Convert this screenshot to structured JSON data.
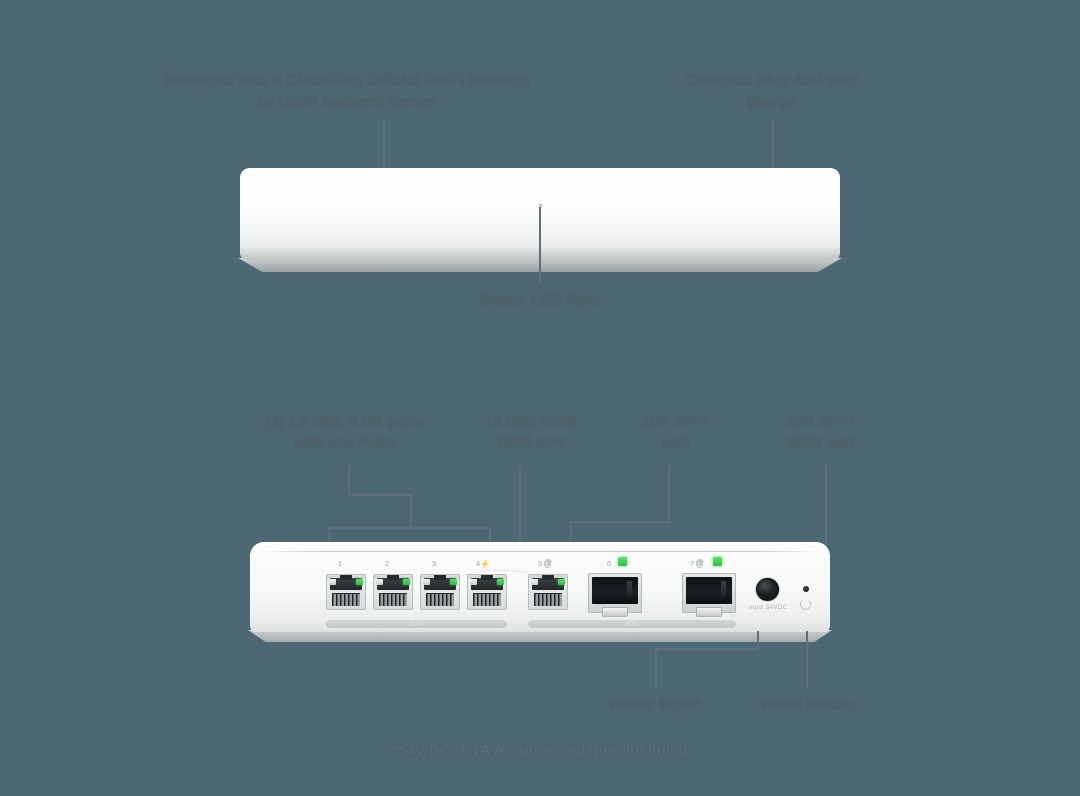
{
  "background_color": "#4d6773",
  "label_color": "#52626a",
  "accent_green": "#33c246",
  "top_view": {
    "callouts": [
      {
        "id": "management",
        "text": "Managed with a CloudKey, Official UniFi Hosting,\nor UniFi Network Server"
      },
      {
        "id": "design",
        "text": "Compact plug-and-play\ndesign"
      },
      {
        "id": "status-led",
        "text": "Status LED light"
      }
    ]
  },
  "rear_view": {
    "callouts": [
      {
        "id": "rj45-ports",
        "text": "(4) 2.5 GbE RJ45 ports\nwith one PoE+"
      },
      {
        "id": "wan-rj45",
        "text": "10 GbE RJ45\nWAN port"
      },
      {
        "id": "sfp-port",
        "text": "10G SFP+\nport"
      },
      {
        "id": "sfp-wan-port",
        "text": "10G SFP+\nWAN port"
      },
      {
        "id": "power-input",
        "text": "Power input*"
      },
      {
        "id": "reset-button",
        "text": "Reset button"
      }
    ],
    "ports": [
      {
        "number": "1",
        "type": "rj45",
        "poe": false,
        "icon": ""
      },
      {
        "number": "2",
        "type": "rj45",
        "poe": false,
        "icon": ""
      },
      {
        "number": "3",
        "type": "rj45",
        "poe": false,
        "icon": ""
      },
      {
        "number": "4",
        "type": "rj45",
        "poe": true,
        "icon": "lightning-bolt"
      },
      {
        "number": "5",
        "type": "rj45",
        "poe": false,
        "icon": "wan-ring"
      },
      {
        "number": "6",
        "type": "sfp",
        "poe": false,
        "icon": ""
      },
      {
        "number": "7",
        "type": "sfp",
        "poe": false,
        "icon": "wan-ring"
      }
    ],
    "port_numbers": {
      "p1": "1",
      "p2": "2",
      "p3": "3",
      "p4": "4",
      "p5": "5",
      "p6": "6",
      "p7": "7"
    },
    "speed_strips": [
      {
        "id": "strip-25g",
        "text": "2.5G"
      },
      {
        "id": "strip-10g",
        "text": "10G"
      }
    ],
    "strip_labels": {
      "left": "2.5G",
      "right": "10G"
    },
    "power_label": "Input 54VDC"
  },
  "footnote": "*54V DC, 1.1A AC power adapter included"
}
